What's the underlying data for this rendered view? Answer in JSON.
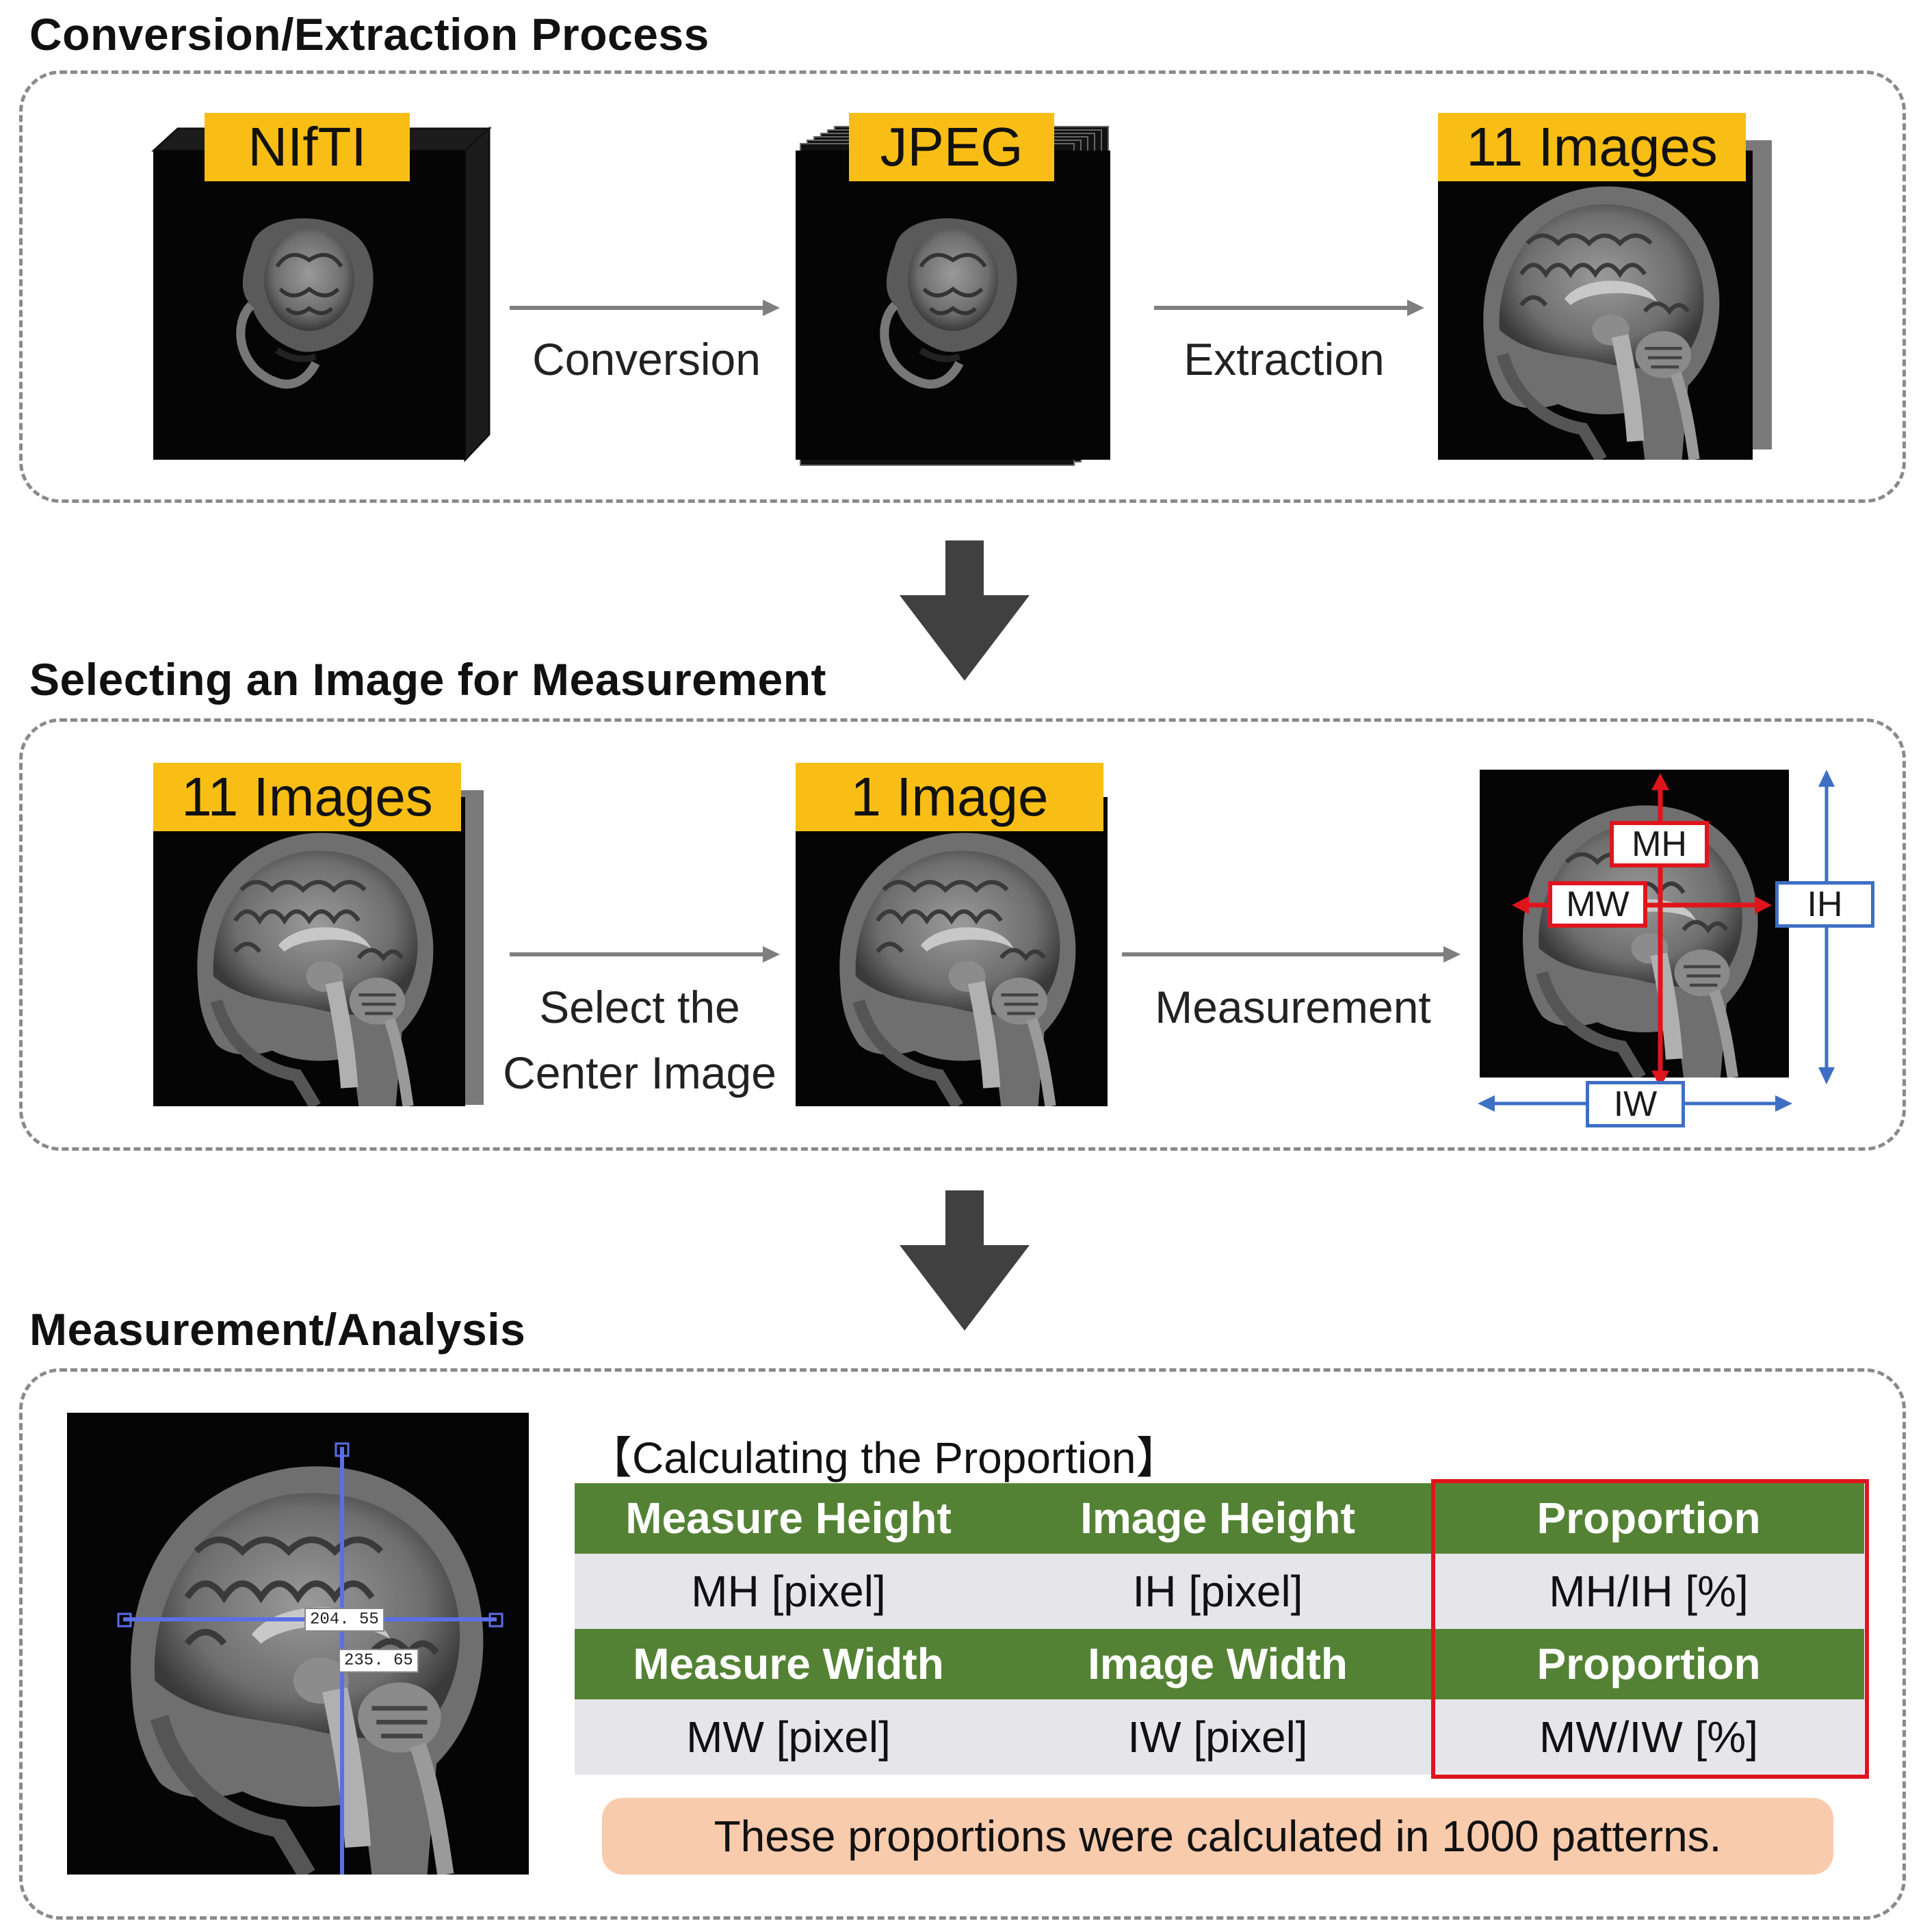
{
  "sections": [
    {
      "title": "Conversion/Extraction Process"
    },
    {
      "title": "Selecting an Image for Measurement"
    },
    {
      "title": "Measurement/Analysis"
    }
  ],
  "stage1": {
    "nifti_tag": "NIfTI",
    "jpeg_tag": "JPEG",
    "images_tag": "11 Images",
    "conversion_label": "Conversion",
    "extraction_label": "Extraction"
  },
  "stage2": {
    "images_tag": "11 Images",
    "one_image_tag": "1 Image",
    "select_label_line1": "Select the",
    "select_label_line2": "Center Image",
    "measurement_label": "Measurement",
    "mh_label": "MH",
    "mw_label": "MW",
    "ih_label": "IH",
    "iw_label": "IW"
  },
  "stage3": {
    "measure_value_1": "204. 55",
    "measure_value_2": "235. 65",
    "calc_title": "【Calculating the Proportion】",
    "table": {
      "header1": [
        "Measure Height",
        "Image Height",
        "Proportion"
      ],
      "row1": [
        "MH [pixel]",
        "IH [pixel]",
        "MH/IH [%]"
      ],
      "header2": [
        "Measure Width",
        "Image Width",
        "Proportion"
      ],
      "row2": [
        "MW [pixel]",
        "IW [pixel]",
        "MW/IW [%]"
      ]
    },
    "note": "These proportions were calculated in 1000 patterns."
  },
  "colors": {
    "tag": "#f8be16",
    "table_header": "#548235",
    "table_row": "#e6e5ea",
    "highlight_red": "#e0151c",
    "measure_blue": "#3f6fc4",
    "note_bg": "#f8cbad",
    "flow_arrow": "#404040"
  }
}
